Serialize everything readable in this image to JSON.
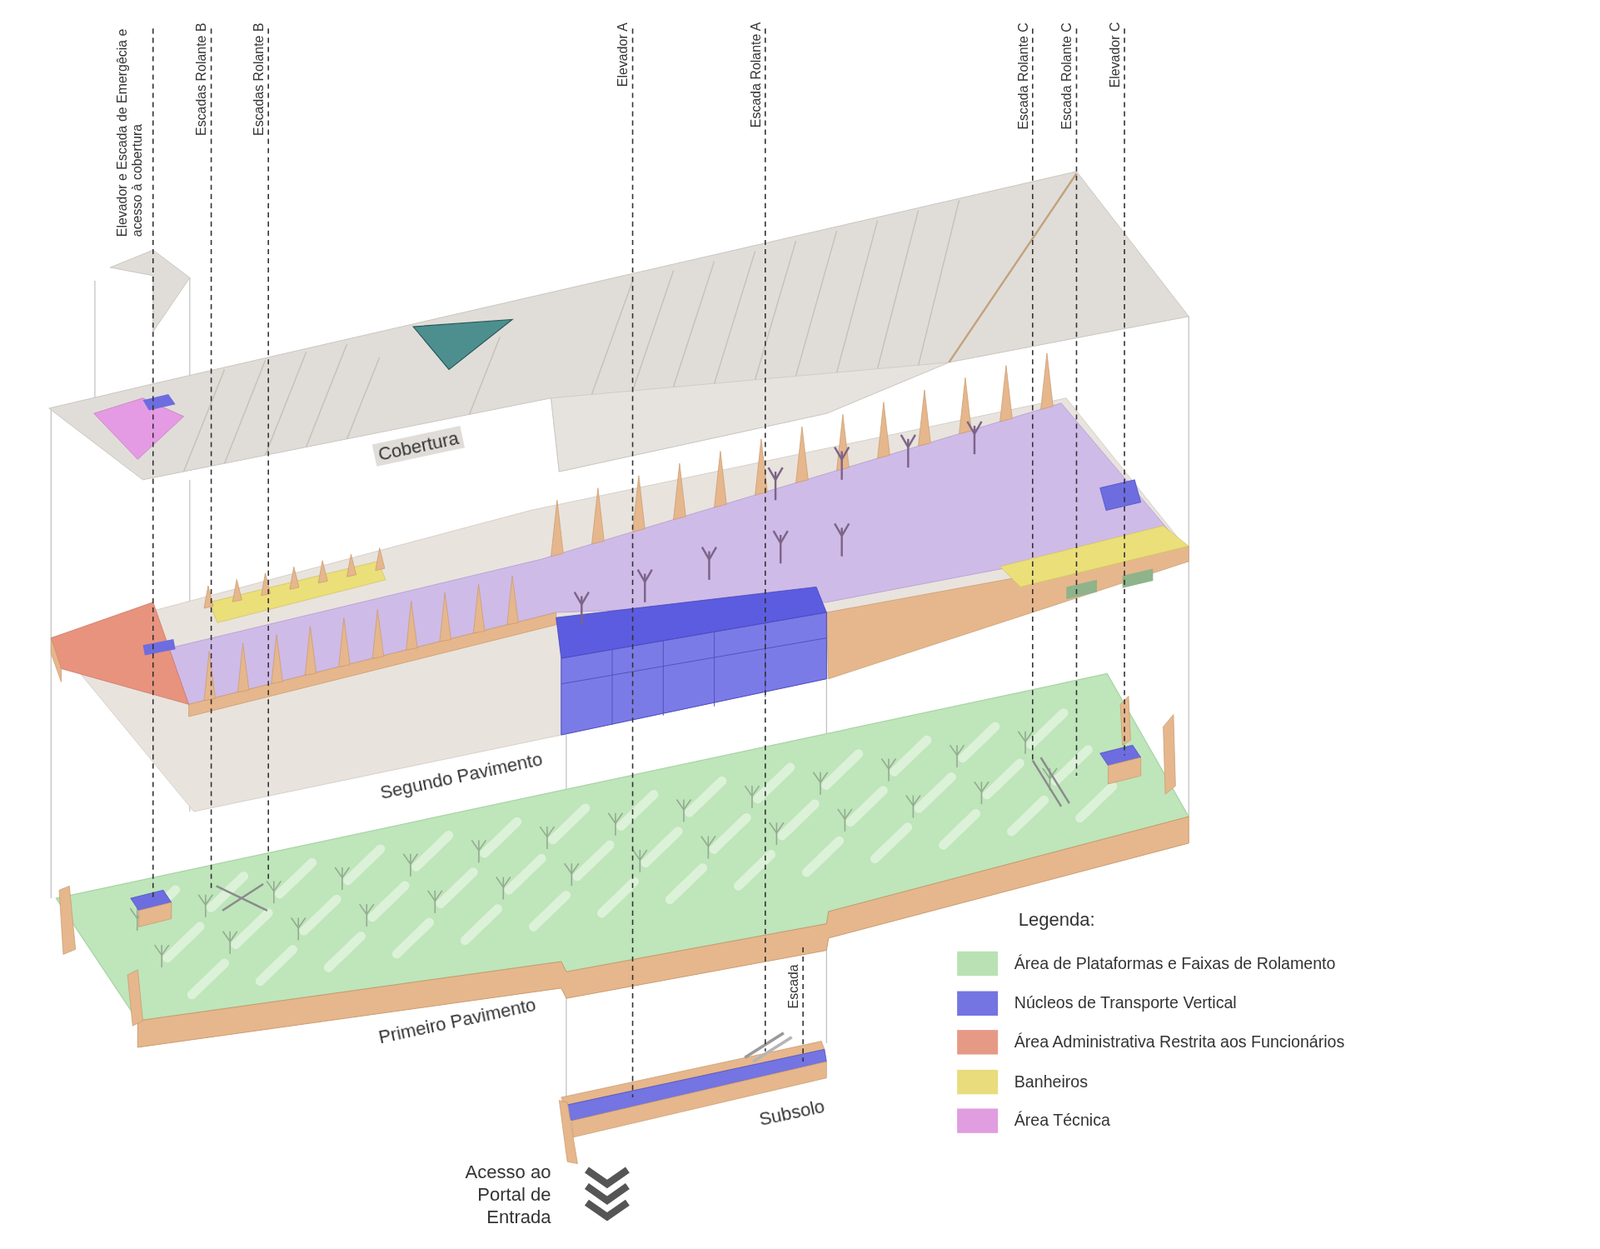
{
  "diagram": {
    "labels": [
      "Elevador e Escada de Emergêcia e acesso à cobertura",
      "Escadas Rolante B",
      "Escadas Rolante B",
      "Elevador A",
      "Escada Rolante A",
      "Escada Rolante C",
      "Escada Rolante C",
      "Elevador C",
      "Cobertura",
      "Segundo Pavimento",
      "Primeiro Pavimento",
      "Escada",
      "Subsolo",
      "Acesso ao Portal de Entrada",
      "Legenda:"
    ],
    "legend": [
      {
        "text": "Área de Plataformas e Faixas de Rolamento",
        "color": "#b8e2b3"
      },
      {
        "text": "Núcleos de Transporte Vertical",
        "color": "#7474e2"
      },
      {
        "text": "Área Administrativa Restrita aos Funcionários",
        "color": "#e69a86"
      },
      {
        "text": "Banheiros",
        "color": "#e8dc7c"
      },
      {
        "text": "Área Técnica",
        "color": "#e09ddf"
      }
    ]
  }
}
